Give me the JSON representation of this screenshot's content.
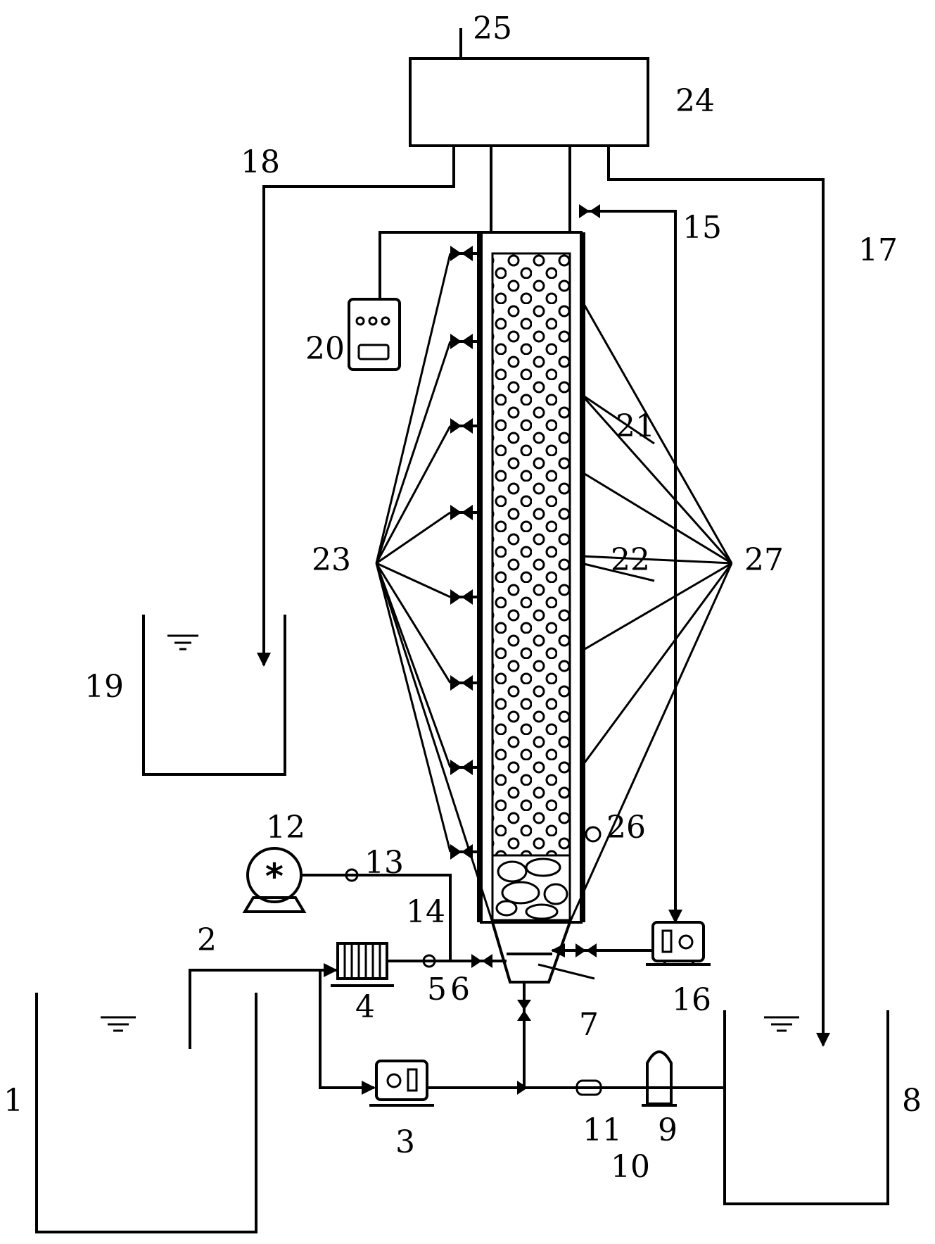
{
  "labels": {
    "n1": "1",
    "n2": "2",
    "n3": "3",
    "n4": "4",
    "n5": "5",
    "n6": "6",
    "n7": "7",
    "n8": "8",
    "n9": "9",
    "n10": "10",
    "n11": "11",
    "n12": "12",
    "n13": "13",
    "n14": "14",
    "n15": "15",
    "n16": "16",
    "n17": "17",
    "n18": "18",
    "n19": "19",
    "n20": "20",
    "n21": "21",
    "n22": "22",
    "n23": "23",
    "n24": "24",
    "n25": "25",
    "n26": "26",
    "n27": "27"
  }
}
